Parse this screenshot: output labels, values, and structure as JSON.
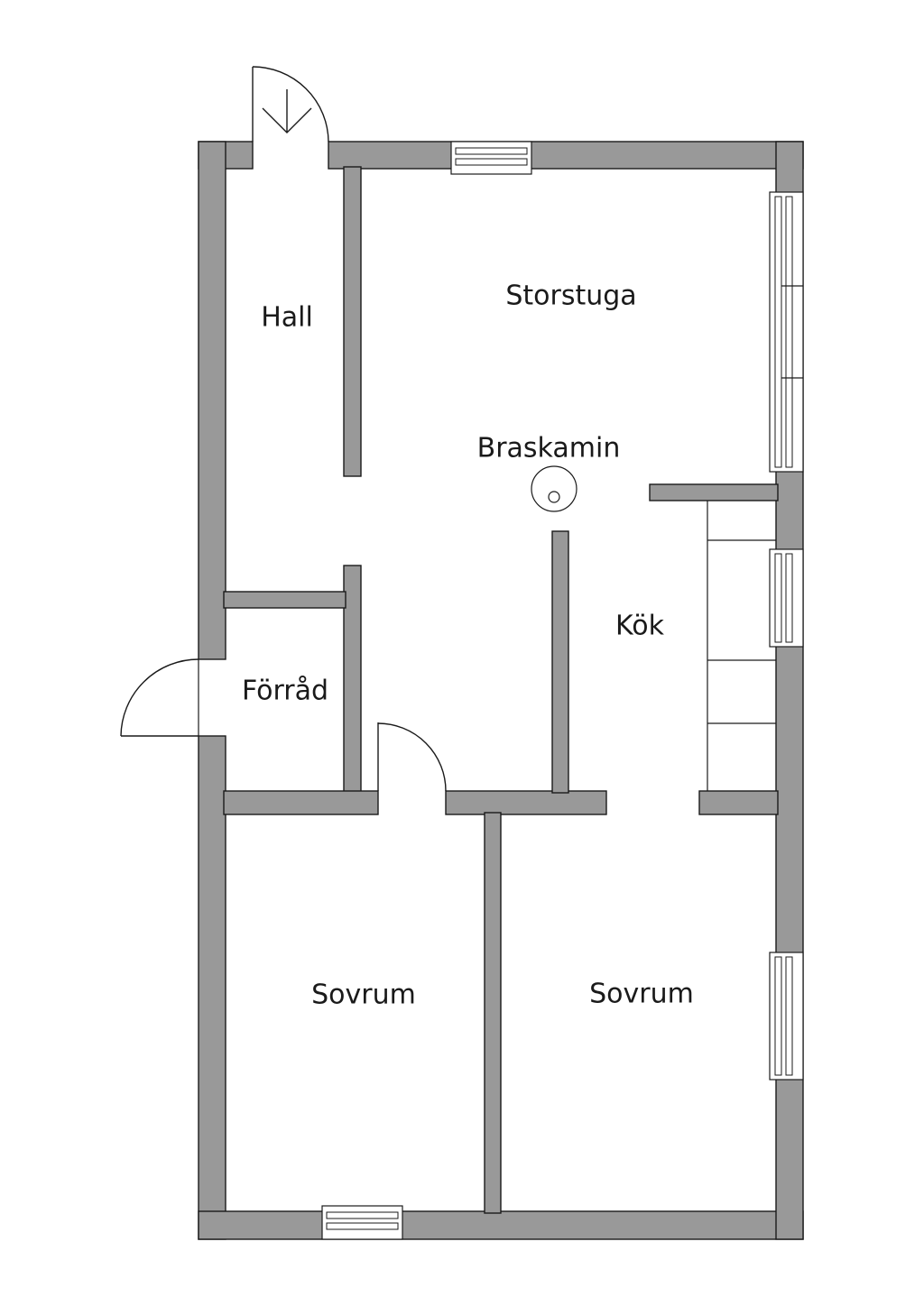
{
  "rooms": {
    "hall": "Hall",
    "storstuga": "Storstuga",
    "braskamin": "Braskamin",
    "kok": "Kök",
    "forrad": "Förråd",
    "sovrum_left": "Sovrum",
    "sovrum_right": "Sovrum"
  },
  "colors": {
    "wall": "#999999",
    "line": "#1a1a1a",
    "background": "#ffffff"
  }
}
